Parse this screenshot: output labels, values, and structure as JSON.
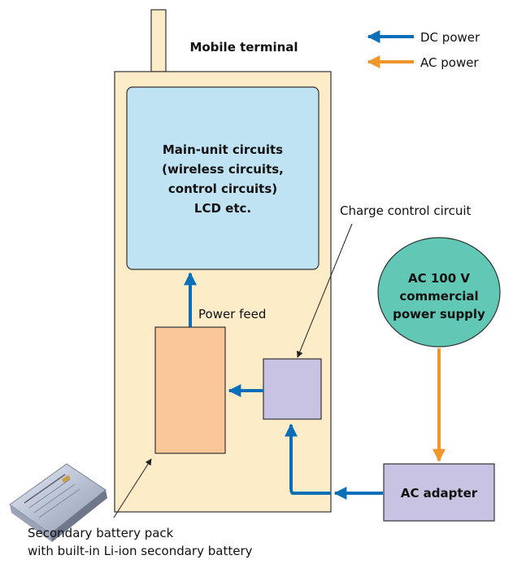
{
  "diagram": {
    "terminal_label": "Mobile terminal",
    "legend": {
      "dc": "DC power",
      "ac": "AC power"
    },
    "main_circuits": [
      "Main-unit circuits",
      "(wireless circuits,",
      "control circuits)",
      "LCD etc."
    ],
    "power_feed": "Power feed",
    "charge_control": "Charge control circuit",
    "ac_supply": [
      "AC 100 V",
      "commercial",
      "power supply"
    ],
    "ac_adapter": "AC adapter",
    "battery_caption": [
      "Secondary battery pack",
      "with built-in Li-ion secondary battery"
    ]
  },
  "colors": {
    "dc_arrow": "#0a6fb8",
    "ac_arrow": "#f0962a",
    "terminal_body": "#fdecc8",
    "main_unit": "#bfe3f3",
    "battery": "#f9c79a",
    "charge_box": "#c8c3e2",
    "ac_supply": "#62c8b6"
  }
}
